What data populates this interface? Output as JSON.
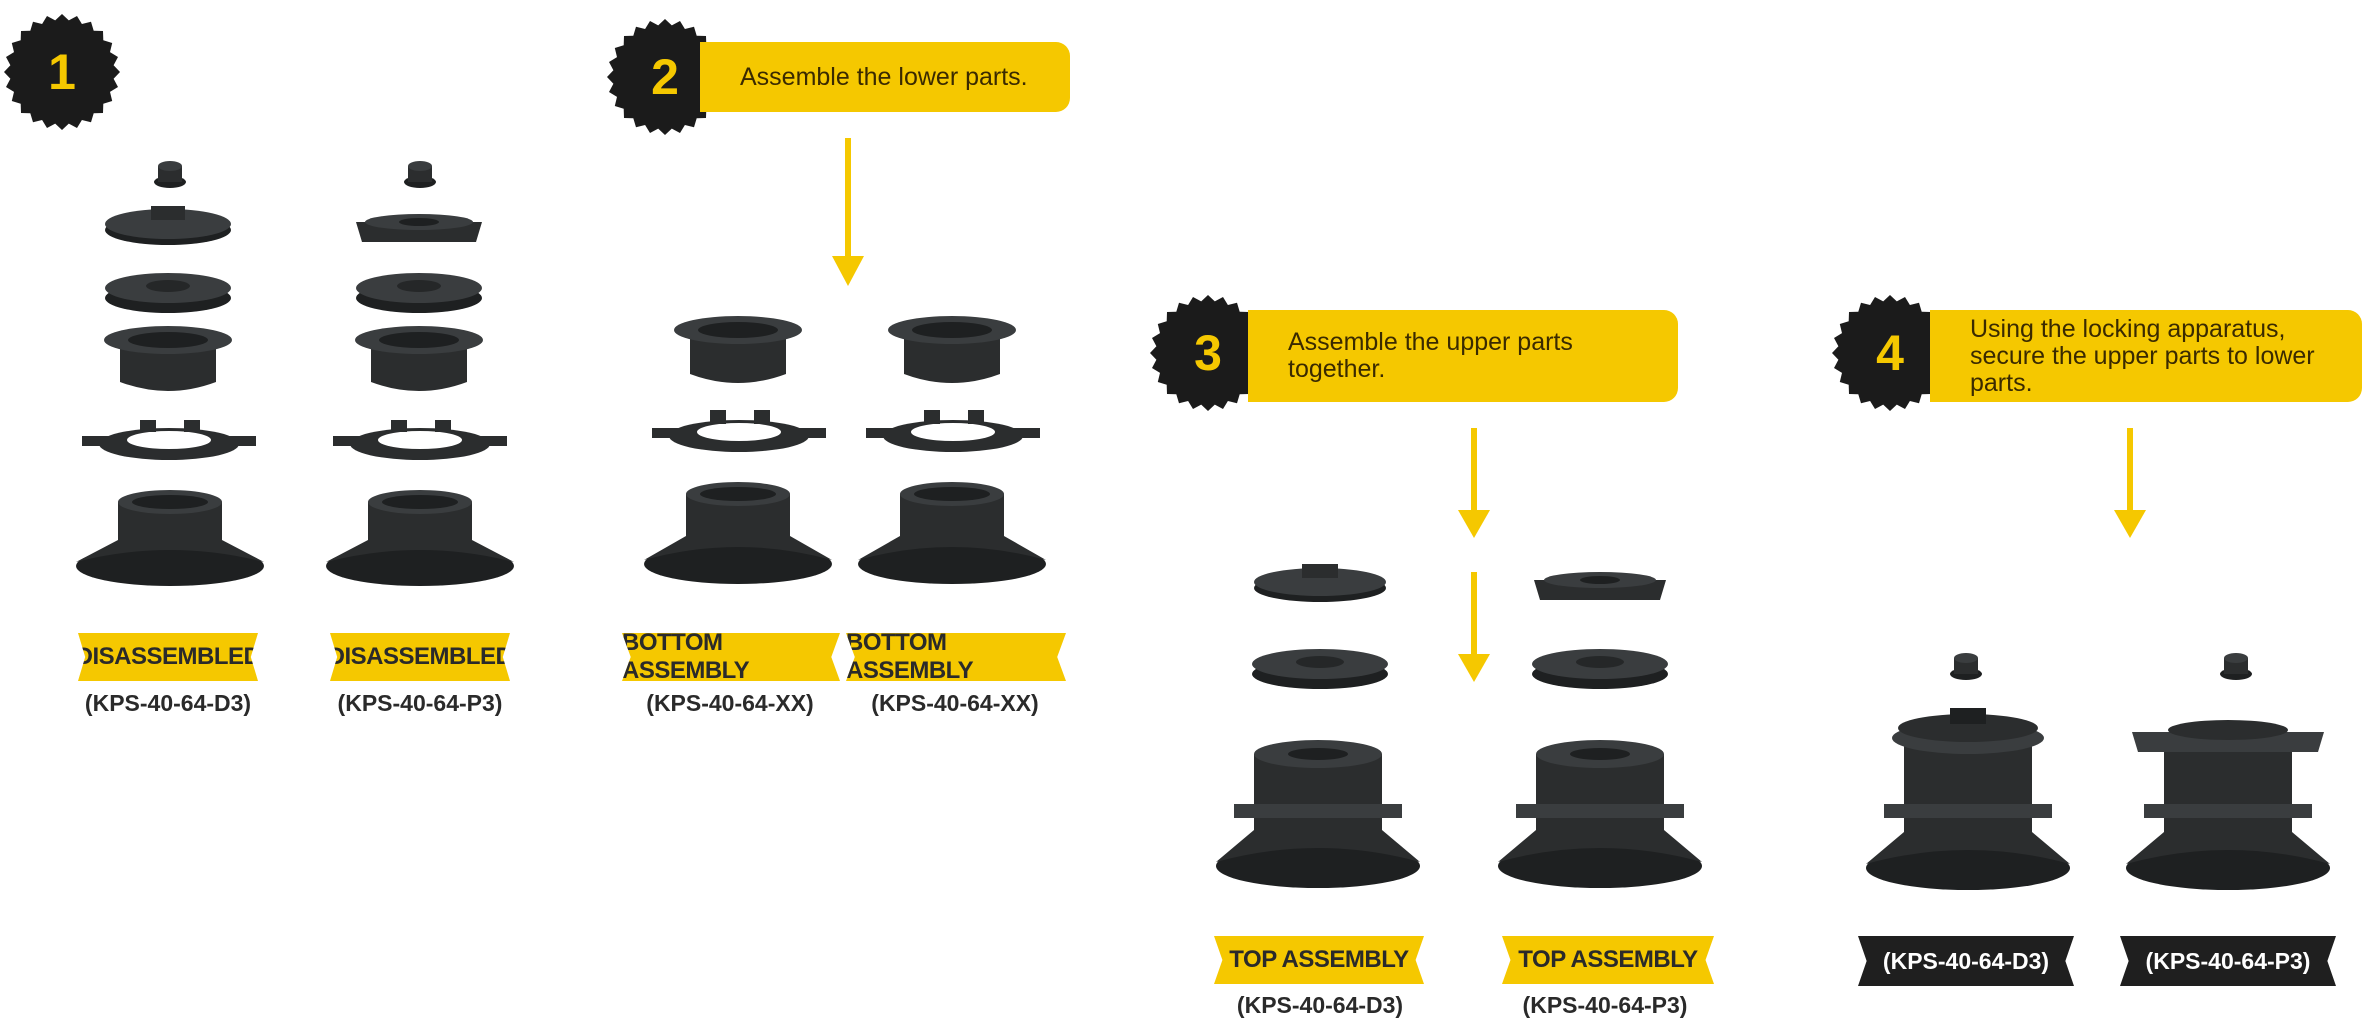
{
  "steps": [
    {
      "number": "1"
    },
    {
      "number": "2",
      "text": "Assemble the lower parts."
    },
    {
      "number": "3",
      "text": "Assemble the upper parts together."
    },
    {
      "number": "4",
      "text": "Using the locking apparatus, secure the upper parts to lower parts."
    }
  ],
  "labels": {
    "disassembled": "DISASSEMBLED",
    "bottom_assembly": "BOTTOM ASSEMBLY",
    "top_assembly": "TOP ASSEMBLY"
  },
  "codes": {
    "d3": "(KPS-40-64-D3)",
    "p3": "(KPS-40-64-P3)",
    "xx": "(KPS-40-64-XX)"
  },
  "colors": {
    "accent_yellow": "#f5c800",
    "part_dark": "#2b2d2e",
    "badge_black": "#1b1b1b"
  }
}
